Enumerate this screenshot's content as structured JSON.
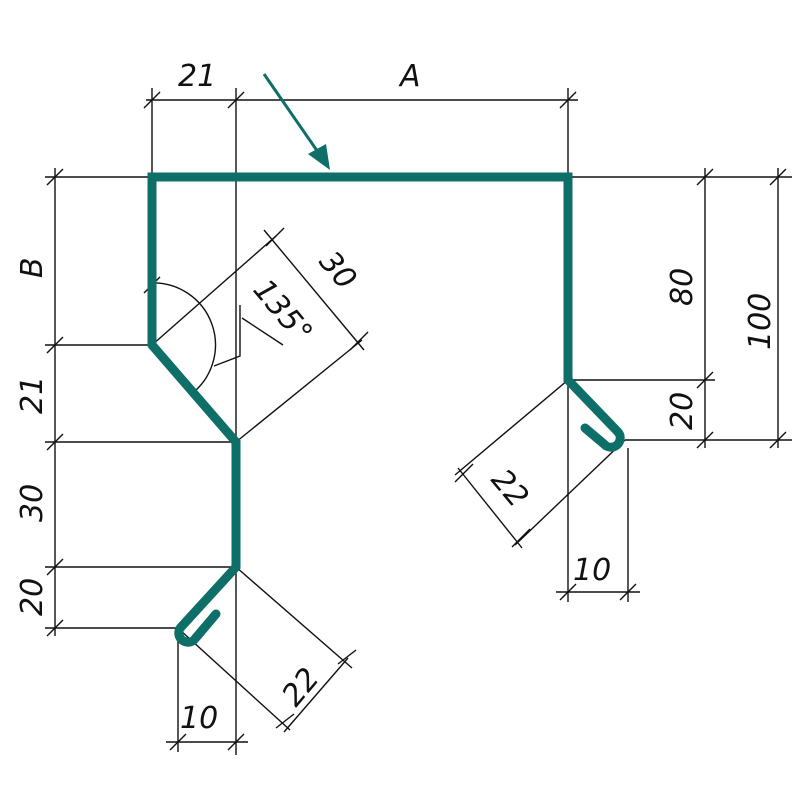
{
  "colors": {
    "profile": "#0e6e68",
    "lines": "#111111"
  },
  "labels": {
    "top_21": "21",
    "top_A": "A",
    "left_B": "B",
    "left_21": "21",
    "left_30": "30",
    "left_20": "20",
    "diag_30": "30",
    "angle": "135°",
    "right_80": "80",
    "right_20": "20",
    "right_100": "100",
    "right_22": "22",
    "right_10": "10",
    "bottom_22": "22",
    "bottom_10": "10"
  }
}
